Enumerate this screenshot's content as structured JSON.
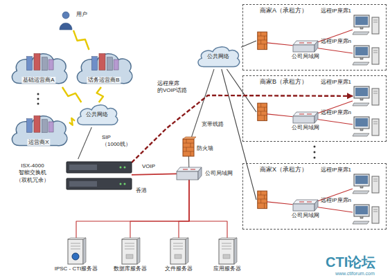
{
  "diagram": {
    "nodes": [
      {
        "text": [
          "用户"
        ]
      },
      {
        "text": [
          "基础运营商A"
        ]
      },
      {
        "text": [
          "话务运营商B"
        ]
      },
      {
        "text": [
          "运营商X"
        ]
      },
      {
        "text": [
          "公共网络"
        ]
      },
      {
        "text": [
          "ISX-4000 智能交换机 （双机冗余）"
        ]
      },
      {
        "text": [
          "防火墙"
        ]
      },
      {
        "text": [
          "公共网络"
        ]
      },
      {
        "text": [
          "公司局域网"
        ]
      },
      {
        "text": [
          "IPSC - CTI服务器"
        ]
      },
      {
        "text": [
          "数据库服务器"
        ]
      },
      {
        "text": [
          "文件服务器"
        ]
      },
      {
        "text": [
          "应用服务器"
        ]
      },
      {
        "text": [
          "商家A（承租方）"
        ]
      },
      {
        "text": [
          "公司局域网"
        ],
        "in": 13
      },
      {
        "text": [
          "远程IP座席1"
        ],
        "in": 13
      },
      {
        "text": [
          "远程IP座席n"
        ],
        "in": 13
      },
      {
        "text": [
          "商家B（承租方）"
        ]
      },
      {
        "text": [
          "公司局域网"
        ],
        "in": 17
      },
      {
        "text": [
          "远程IP座席1"
        ],
        "in": 17
      },
      {
        "text": [
          "远程IP座席n"
        ],
        "in": 17
      },
      {
        "text": [
          "商家X（承租方）"
        ]
      },
      {
        "text": [
          "公司局域网"
        ],
        "in": 21
      },
      {
        "text": [
          "远程IP座席1"
        ],
        "in": 21
      },
      {
        "text": [
          "远程IP座席n"
        ],
        "in": 21
      }
    ],
    "edges": [
      {
        "from": 0,
        "to": 2,
        "arrow": "none"
      },
      {
        "from": 1,
        "to": 4,
        "arrow": "none"
      },
      {
        "from": 2,
        "to": 4,
        "arrow": "none"
      },
      {
        "from": 3,
        "to": 4,
        "arrow": "none"
      },
      {
        "from": 4,
        "to": 5,
        "label": "SIP （1000线）",
        "arrow": "none"
      },
      {
        "from": 5,
        "to": 8,
        "label": "VOIP",
        "arrow": "none"
      },
      {
        "from": 8,
        "to": 6,
        "arrow": "none"
      },
      {
        "from": 6,
        "to": 7,
        "label": "宽带线路",
        "arrow": "none"
      },
      {
        "from": 7,
        "to": 13,
        "arrow": "none"
      },
      {
        "from": 7,
        "to": 17,
        "arrow": "none"
      },
      {
        "from": 7,
        "to": 21,
        "arrow": "none"
      },
      {
        "from": 8,
        "to": 9,
        "arrow": "none"
      },
      {
        "from": 8,
        "to": 10,
        "arrow": "none"
      },
      {
        "from": 8,
        "to": 11,
        "arrow": "none"
      },
      {
        "from": 8,
        "to": 12,
        "arrow": "none"
      },
      {
        "from": 5,
        "to": 19,
        "label": "远程座席 的VOIP话路",
        "arrow": "to"
      },
      {
        "from": 14,
        "to": 15,
        "arrow": "none"
      },
      {
        "from": 14,
        "to": 16,
        "arrow": "none"
      },
      {
        "from": 18,
        "to": 19,
        "arrow": "none"
      },
      {
        "from": 18,
        "to": 20,
        "arrow": "none"
      },
      {
        "from": 22,
        "to": 23,
        "arrow": "none"
      },
      {
        "from": 22,
        "to": 24,
        "arrow": "none"
      }
    ],
    "labels": [
      "香港",
      "CTI论坛",
      "www.ctiforum.com"
    ]
  }
}
